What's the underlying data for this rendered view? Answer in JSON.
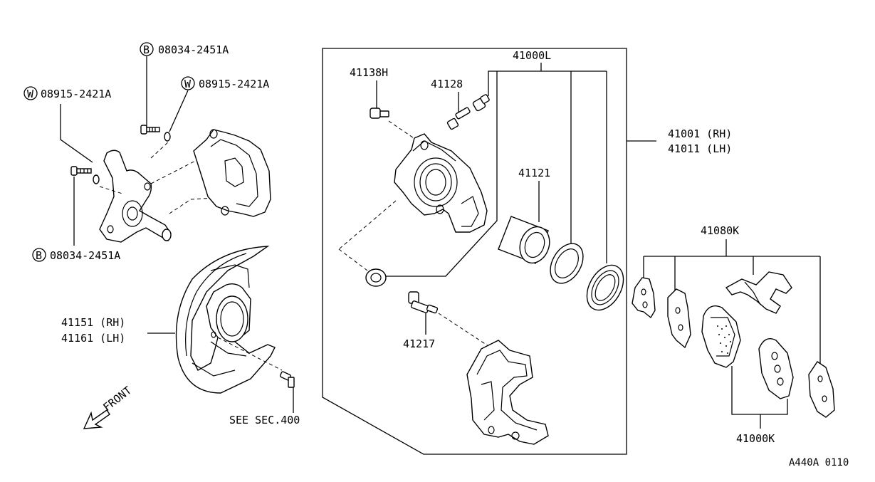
{
  "labels": {
    "bolt_b_top": "08034-2451A",
    "washer_w_left": "08915-2421A",
    "washer_w_right": "08915-2421A",
    "bolt_b_bottom": "08034-2451A",
    "bleeder_41138h": "41138H",
    "pin_41128": "41128",
    "seal_kit_41000l": "41000L",
    "caliper_rh": "41001  (RH)",
    "caliper_lh": "41011  (LH)",
    "piston_41121": "41121",
    "shim_kit_41080k": "41080K",
    "plate_rh": "41151  (RH)",
    "plate_lh": "41161  (LH)",
    "pin_41217": "41217",
    "see_sec": "SEE SEC.400",
    "pad_kit_41000k": "41000K",
    "drawing_code": "A440A 0110",
    "front": "FRONT"
  },
  "badges": {
    "bolt": "B",
    "washer": "W"
  }
}
